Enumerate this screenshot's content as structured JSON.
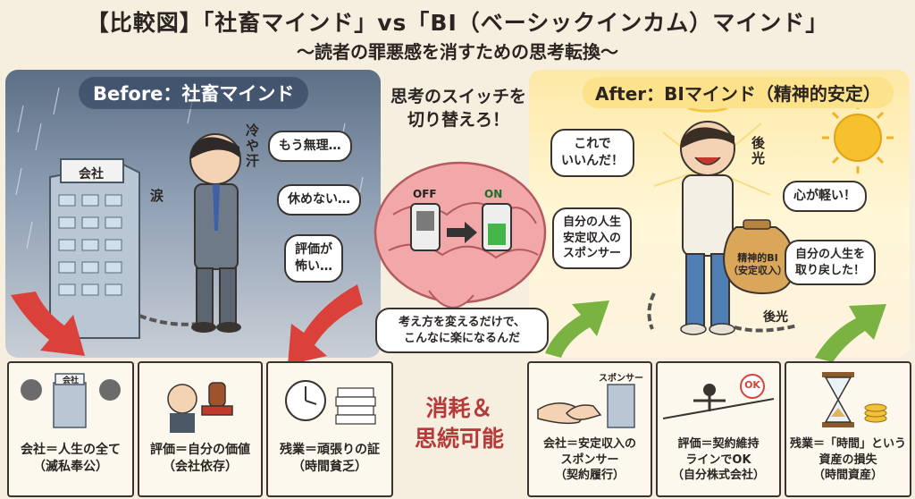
{
  "title": "【比較図】「社畜マインド」vs「BI（ベーシックインカム）マインド」",
  "subtitle": "〜読者の罪悪感を消すための思考転換〜",
  "before": {
    "header": "Before：社畜マインド",
    "building_label": "会社",
    "labels": {
      "sweat": "冷や汗",
      "tears": "涙"
    },
    "bubbles": [
      "もう無理…",
      "休めない…",
      "評価が\n怖い…"
    ]
  },
  "center": {
    "switch_title": "思考のスイッチを\n切り替えろ！",
    "off": "OFF",
    "on": "ON",
    "caption": "考え方を変えるだけで、\nこんなに楽になるんだ",
    "word": "消耗＆\n思続可能"
  },
  "after": {
    "header": "After：BIマインド（精神的安定）",
    "labels": {
      "halo_top": "後光",
      "halo_bottom": "後光"
    },
    "bubbles": [
      "これで\nいいんだ！",
      "自分の人生\n安定収入の\nスポンサー",
      "心が軽い！",
      "自分の人生を\n取り戻した！"
    ],
    "bag_label": "精神的BI\n（安定収入）"
  },
  "boxes_before": [
    {
      "icon_label": "会社",
      "text": "会社＝人生の全て\n（滅私奉公）"
    },
    {
      "text": "評価＝自分の価値\n（会社依存）"
    },
    {
      "text": "残業＝頑張りの証\n（時間貧乏）"
    }
  ],
  "boxes_after": [
    {
      "icon_label": "スポンサー",
      "text": "会社＝安定収入の\nスポンサー\n（契約履行）"
    },
    {
      "icon_label": "OK",
      "text": "評価＝契約維持\nラインでOK\n（自分株式会社）"
    },
    {
      "text": "残業＝「時間」という\n資産の損失\n（時間資産）"
    }
  ],
  "colors": {
    "arrow_red": "#d9413a",
    "arrow_green": "#7bb342",
    "accent_text": "#b73a3a"
  }
}
